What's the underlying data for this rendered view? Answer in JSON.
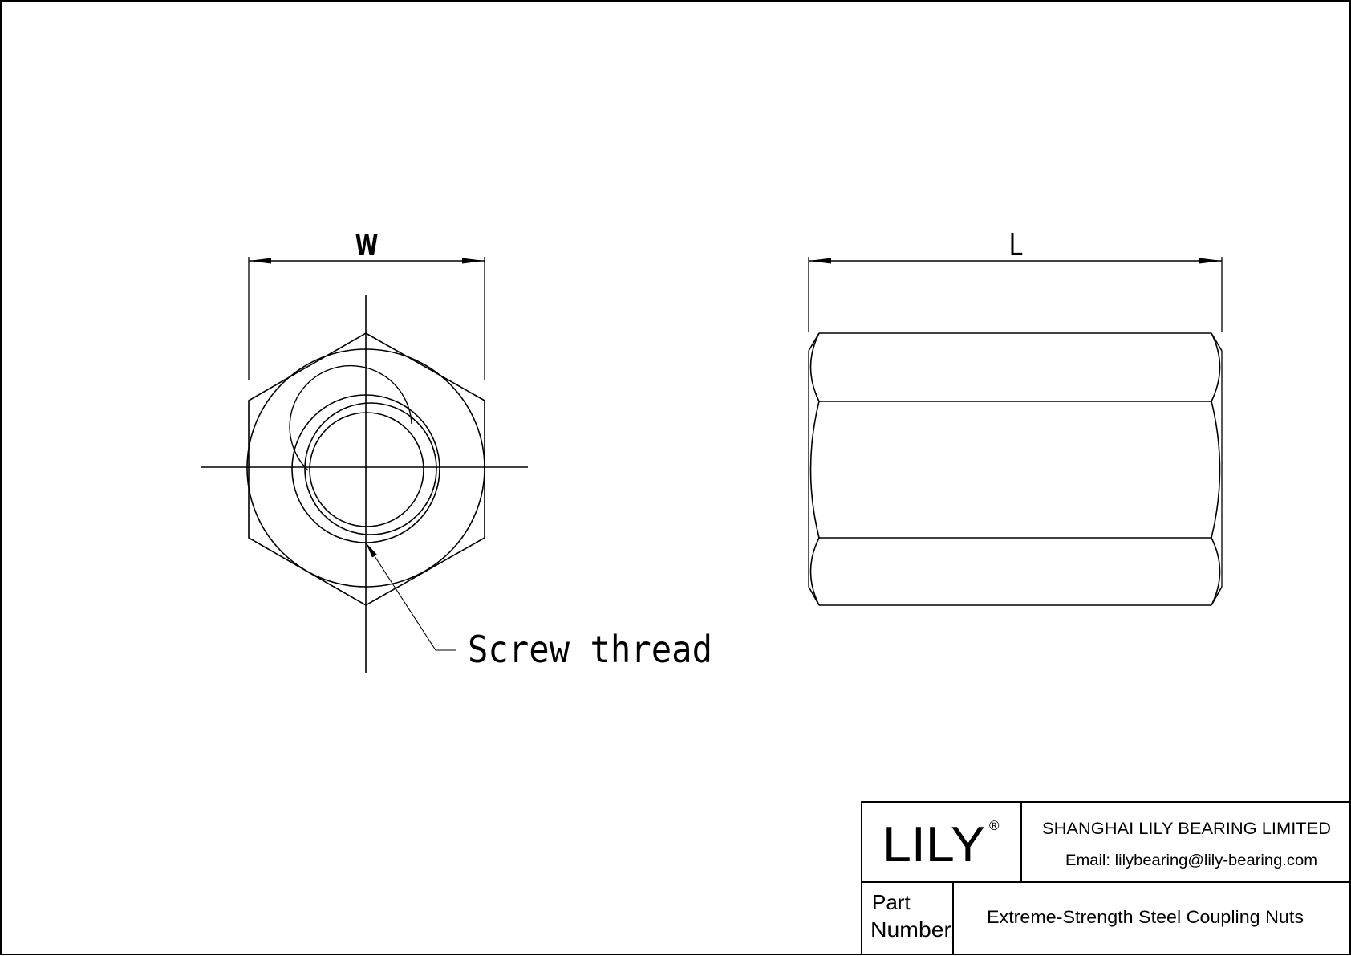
{
  "drawing": {
    "front_view": {
      "dimension_label": "W",
      "callout_label": "Screw thread"
    },
    "side_view": {
      "dimension_label": "L"
    }
  },
  "title_block": {
    "logo": "LILY",
    "registered_mark": "®",
    "company_name": "SHANGHAI LILY BEARING LIMITED",
    "email": "Email: lilybearing@lily-bearing.com",
    "part_label_line1": "Part",
    "part_label_line2": "Number",
    "part_value": "Extreme-Strength Steel Coupling Nuts"
  },
  "colors": {
    "line": "#000000",
    "background": "#ffffff"
  }
}
